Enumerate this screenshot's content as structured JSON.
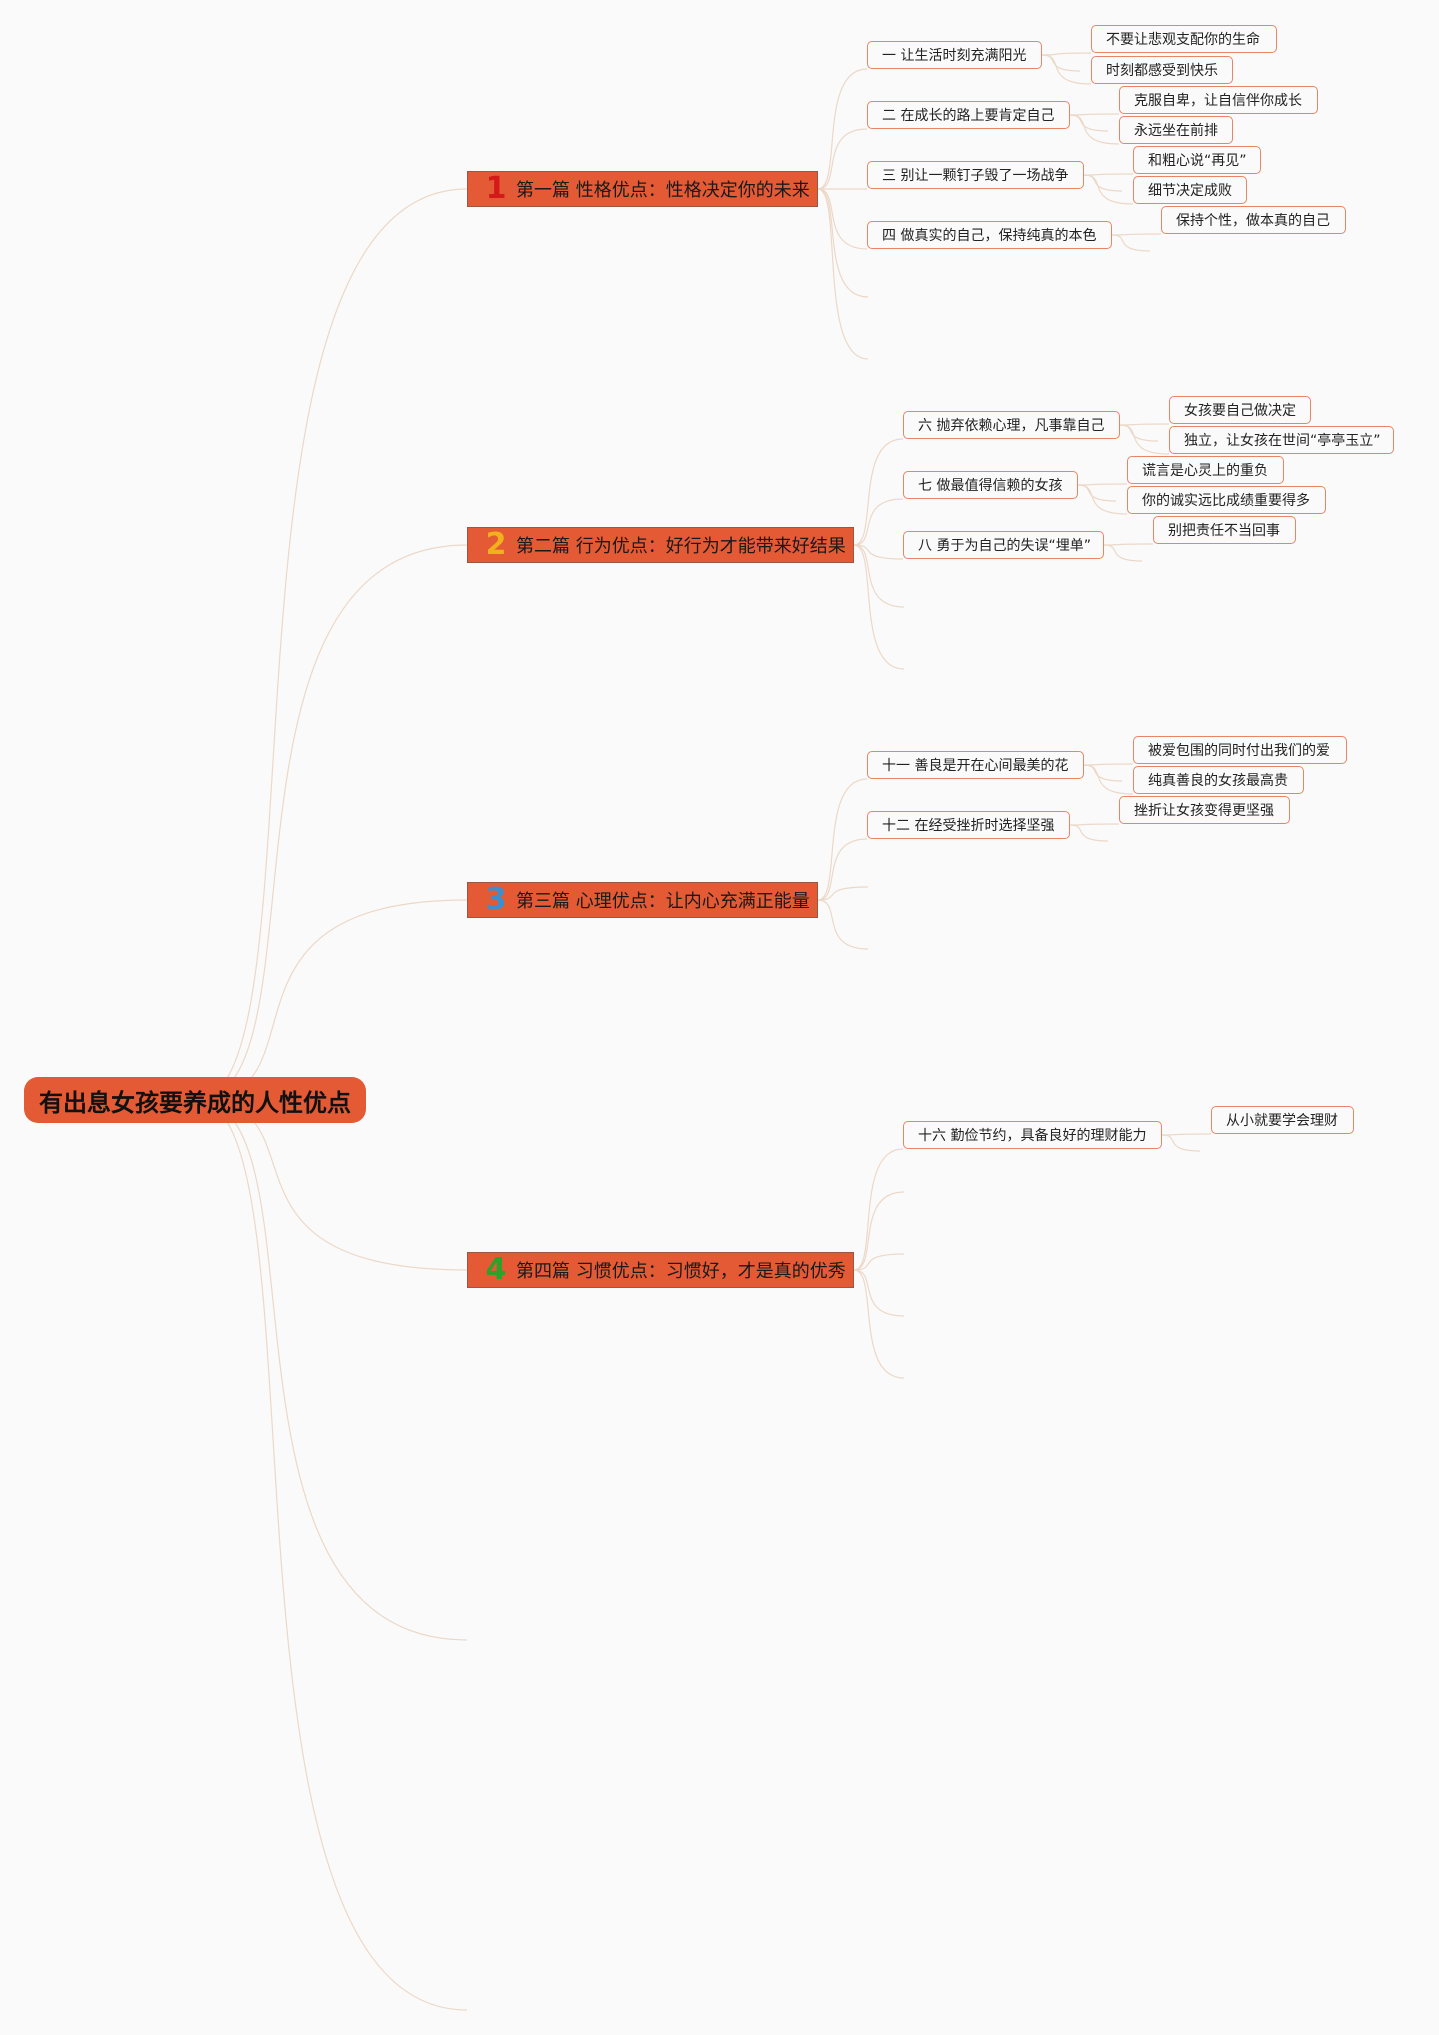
{
  "root": {
    "label": "有出息女孩要养成的人性优点"
  },
  "sections": [
    {
      "num": "1",
      "num_color": "#d31919",
      "label": "第一篇 性格优点：性格决定你的未来",
      "items": [
        {
          "label": "一 让生活时刻充满阳光",
          "children": [
            "不要让悲观支配你的生命",
            "时刻都感受到快乐"
          ]
        },
        {
          "label": "二 在成长的路上要肯定自己",
          "children": [
            "克服自卑，让自信伴你成长",
            "永远坐在前排"
          ]
        },
        {
          "label": "三 别让一颗钉子毁了一场战争",
          "children": [
            "和粗心说“再见”",
            "细节决定成败"
          ]
        },
        {
          "label": "四 做真实的自己，保持纯真的本色",
          "children": [
            "保持个性，做本真的自己"
          ]
        }
      ]
    },
    {
      "num": "2",
      "num_color": "#f2b01c",
      "label": "第二篇 行为优点：好行为才能带来好结果",
      "items": [
        {
          "label": "六 抛弃依赖心理，凡事靠自己",
          "children": [
            "女孩要自己做决定",
            "独立，让女孩在世间“亭亭玉立”"
          ]
        },
        {
          "label": "七 做最值得信赖的女孩",
          "children": [
            "谎言是心灵上的重负",
            "你的诚实远比成绩重要得多"
          ]
        },
        {
          "label": "八 勇于为自己的失误“埋单”",
          "children": [
            "别把责任不当回事"
          ]
        }
      ]
    },
    {
      "num": "3",
      "num_color": "#3a8fd0",
      "label": "第三篇 心理优点：让内心充满正能量",
      "items": [
        {
          "label": "十一 善良是开在心间最美的花",
          "children": [
            "被爱包围的同时付出我们的爱",
            "纯真善良的女孩最高贵"
          ]
        },
        {
          "label": "十二 在经受挫折时选择坚强",
          "children": [
            "挫折让女孩变得更坚强"
          ]
        }
      ]
    },
    {
      "num": "4",
      "num_color": "#2fa12a",
      "label": "第四篇 习惯优点：习惯好，才是真的优秀",
      "items": [
        {
          "label": "十六 勤俭节约，具备良好的理财能力",
          "children": [
            "从小就要学会理财"
          ]
        }
      ]
    }
  ]
}
